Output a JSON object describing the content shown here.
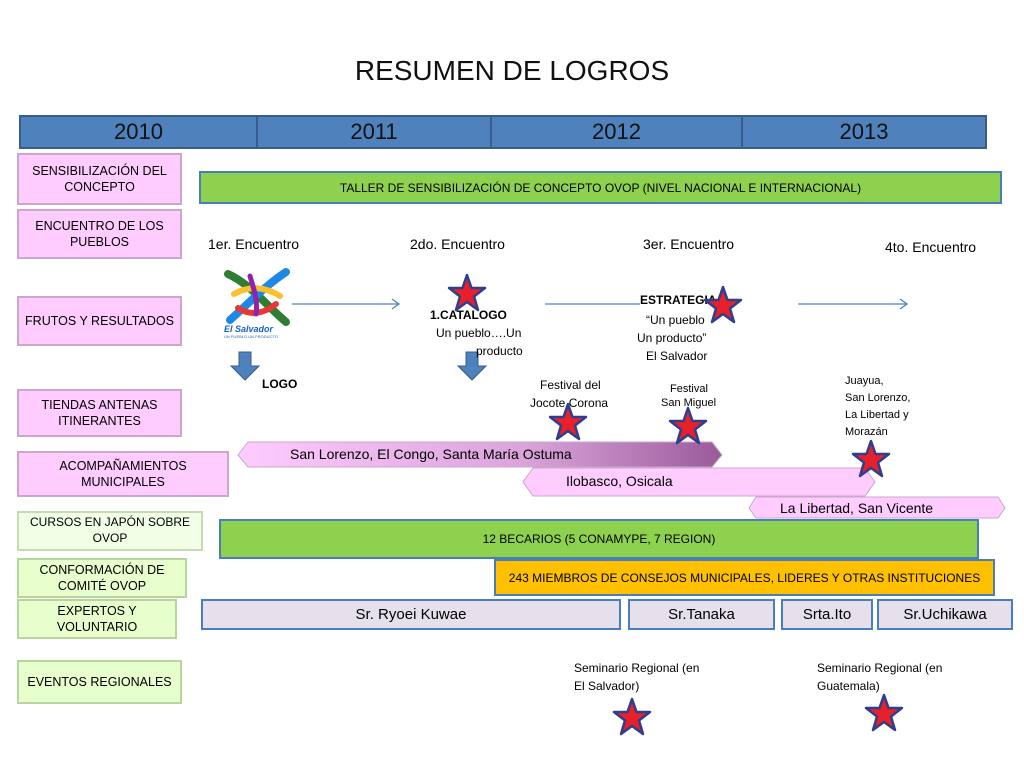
{
  "title": "RESUMEN DE LOGROS",
  "years": [
    "2010",
    "2011",
    "2012",
    "2013"
  ],
  "row_labels": {
    "sensibilizacion": "SENSIBILIZACIÓN DEL CONCEPTO",
    "encuentro": "ENCUENTRO DE LOS PUEBLOS",
    "frutos": "FRUTOS Y RESULTADOS",
    "tiendas": "TIENDAS ANTENAS ITINERANTES",
    "acompanamientos": "ACOMPAÑAMIENTOS MUNICIPALES",
    "cursos": "CURSOS EN JAPÓN SOBRE OVOP",
    "conformacion": "CONFORMACIÓN DE COMITÉ OVOP",
    "expertos": "EXPERTOS Y VOLUNTARIO",
    "eventos": "EVENTOS REGIONALES"
  },
  "taller": "TALLER DE SENSIBILIZACIÓN DE CONCEPTO OVOP (NIVEL NACIONAL E INTERNACIONAL)",
  "encuentros": [
    "1er. Encuentro",
    "2do. Encuentro",
    "3er. Encuentro",
    "4to. Encuentro"
  ],
  "logo": {
    "brand": "El Salvador",
    "tagline": "UN PUEBLO UN PRODUCTO",
    "caption": "LOGO"
  },
  "catalogo": {
    "title": "1.CATALOGO",
    "line1": "Un pueblo….Un",
    "line2": "producto"
  },
  "estrategia": {
    "title": "ESTRATEGIA",
    "line1": "“Un pueblo",
    "line2": "Un producto”",
    "line3": "El Salvador"
  },
  "tiendas": {
    "jocote_1": "Festival del",
    "jocote_2": "Jocote Corona",
    "sm_1": "Festival",
    "sm_2": "San Miguel",
    "juayua_1": "Juayua,",
    "juayua_2": "San Lorenzo,",
    "juayua_3": "La Libertad y",
    "juayua_4": "Morazán"
  },
  "acompanamientos": [
    "San Lorenzo, El Congo, Santa María Ostuma",
    "Ilobasco, Osicala",
    "La Libertad, San Vicente"
  ],
  "becarios": "12 BECARIOS (5 CONAMYPE, 7 REGION)",
  "miembros": "243 MIEMBROS DE CONSEJOS MUNICIPALES, LIDERES Y OTRAS INSTITUCIONES",
  "expertos": [
    "Sr. Ryoei Kuwae",
    "Sr.Tanaka",
    "Srta.Ito",
    "Sr.Uchikawa"
  ],
  "eventos": {
    "sv_1": "Seminario Regional (en",
    "sv_2": "El Salvador)",
    "gt_1": "Seminario Regional (en",
    "gt_2": "Guatemala)"
  },
  "colors": {
    "year_bar": "#4f81bd",
    "pink_label": "#ffccff",
    "green_bar": "#8ed14f",
    "orange_bar": "#ffc000",
    "lavender_bar": "#e5e0ec",
    "star_fill": "#e8202a",
    "star_stroke": "#2f3f8f",
    "arrow": "#4f81bd"
  }
}
